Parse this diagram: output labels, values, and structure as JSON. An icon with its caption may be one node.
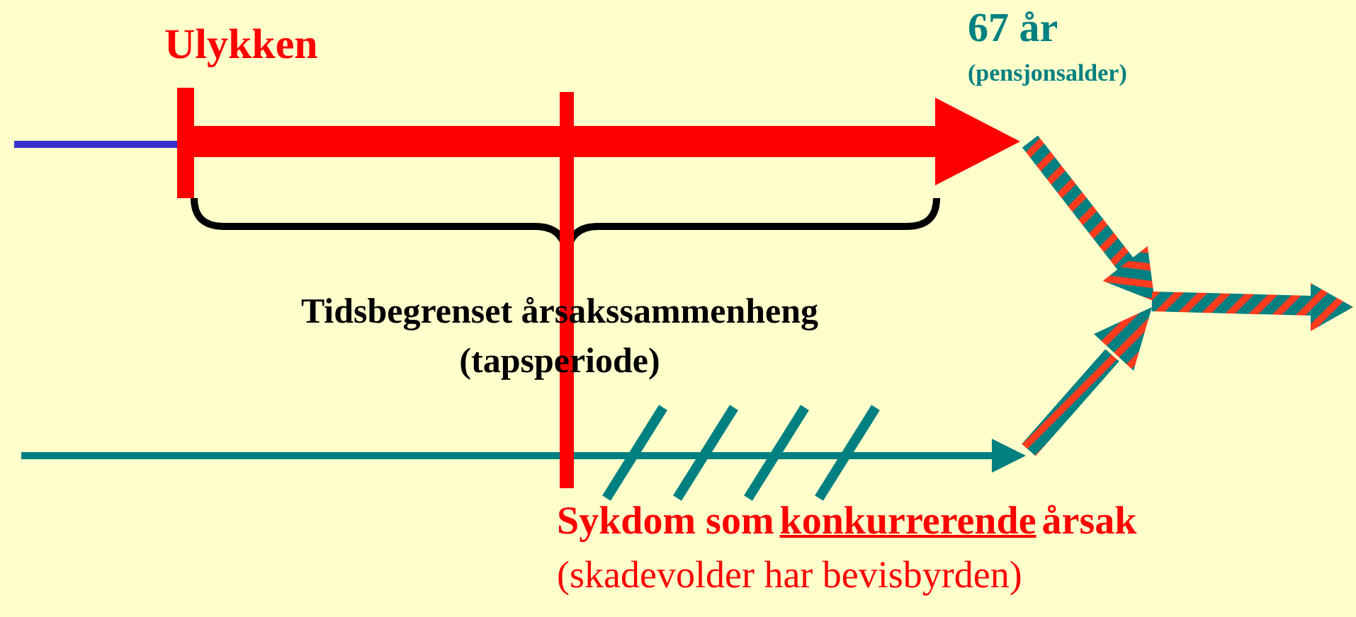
{
  "diagram": {
    "nodes": [
      {
        "text": [],
        "shape": "bar",
        "beside": [
          "Ulykken"
        ]
      },
      {
        "text": [
          "67 år",
          "(pensjonsalder)"
        ]
      },
      {
        "text": [],
        "shape": "bar",
        "beside": [
          "Sykdom som",
          "konkurrerende",
          "årsak",
          "(skadevolder har bevisbyrden)"
        ]
      }
    ],
    "edges": [
      {
        "from": null,
        "to": 0,
        "arrow": "none",
        "color": "#3333cc"
      },
      {
        "from": 0,
        "to": 1,
        "arrow": "to",
        "style": "thick",
        "color": "#ff0000"
      },
      {
        "from": 1,
        "to": null,
        "arrow": "to",
        "style": "thick"
      }
    ],
    "labels": [
      "Tidsbegrenset årsakssammenheng (tapsperiode)"
    ]
  }
}
